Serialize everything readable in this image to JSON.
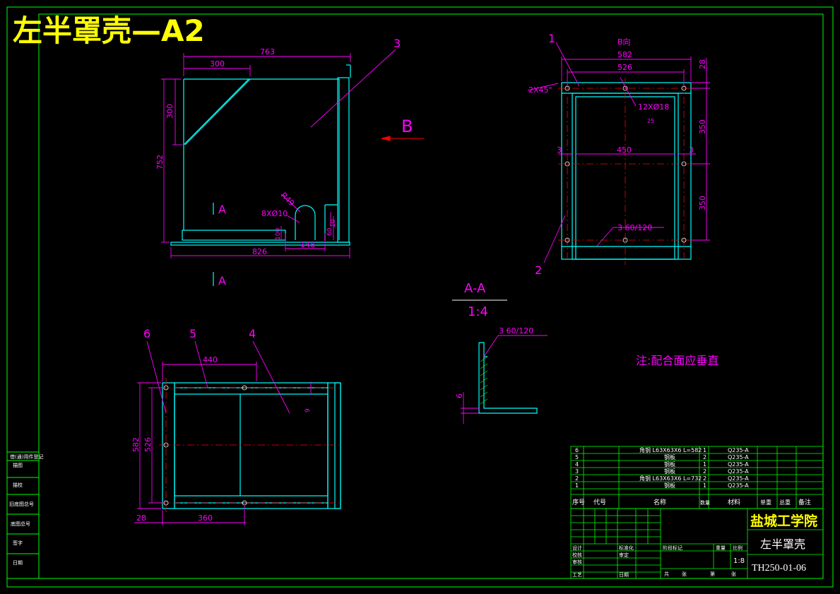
{
  "title": "左半罩壳—A2",
  "front_view": {
    "part_label": "3",
    "dims": {
      "overall_width": "763",
      "top_offset": "300",
      "left_height": "300",
      "total_height": "752",
      "bottom_width": "826",
      "hole_spacing": "148",
      "radius": "R49",
      "holes": "8XØ10",
      "dim_100": "100",
      "dim_60": "60",
      "dim_10": "10"
    },
    "section_mark_top": "A",
    "section_mark_bottom": "A",
    "view_arrow": "B"
  },
  "side_view": {
    "title": "B向",
    "labels": [
      "1",
      "2"
    ],
    "dims": {
      "w582": "582",
      "w526": "526",
      "d28": "28",
      "chamfer": "2X45°",
      "holes": "12XØ18",
      "hole_sub": "25",
      "inner450": "450",
      "h350a": "350",
      "h350b": "350",
      "left3": "3",
      "right3": "3"
    },
    "weld": "3 60/120"
  },
  "section_aa": {
    "title": "A-A",
    "scale": "1:4",
    "weld": "3 60/120",
    "dim6": "6"
  },
  "top_view": {
    "labels": [
      "6",
      "5",
      "4"
    ],
    "dims": {
      "d440": "440",
      "d582": "582",
      "d526": "526",
      "d28": "28",
      "d360": "360",
      "d9": "9"
    }
  },
  "note": "注:配合面应垂直",
  "bom": {
    "rows": [
      {
        "no": "6",
        "name": "角钢 L63X63X6 L=582",
        "qty": "1",
        "mat": "Q235-A"
      },
      {
        "no": "5",
        "name": "钢板",
        "qty": "2",
        "mat": "Q235-A"
      },
      {
        "no": "4",
        "name": "钢板",
        "qty": "1",
        "mat": "Q235-A"
      },
      {
        "no": "3",
        "name": "钢板",
        "qty": "2",
        "mat": "Q235-A"
      },
      {
        "no": "2",
        "name": "角钢 L63X63X6 L=732",
        "qty": "2",
        "mat": "Q235-A"
      },
      {
        "no": "1",
        "name": "钢板",
        "qty": "1",
        "mat": "Q235-A"
      }
    ],
    "header": [
      "序号",
      "代号",
      "名称",
      "数量",
      "材料",
      "单重",
      "总重",
      "备注"
    ]
  },
  "title_block": {
    "school": "盐城工学院",
    "part_name": "左半罩壳",
    "drawing_no": "TH250-01-06",
    "scale": "1:8",
    "left_labels": [
      "设计",
      "校核",
      "审核",
      "工艺"
    ],
    "mid_labels": [
      "标准化",
      "审定",
      "日期"
    ],
    "stage": [
      "阶段标记",
      "重量",
      "比例"
    ],
    "sheet": [
      "共",
      "张",
      "第",
      "张"
    ]
  },
  "left_strip": [
    "借(通)用件登记",
    "描图",
    "描校",
    "旧底图总号",
    "底图总号",
    "签字",
    "日期"
  ],
  "colors": {
    "border": "#00ff00",
    "outline": "#00ffff",
    "dimension": "#ff00ff",
    "center": "#ff0000",
    "title": "#ffff00",
    "text_white": "#ffffff"
  }
}
